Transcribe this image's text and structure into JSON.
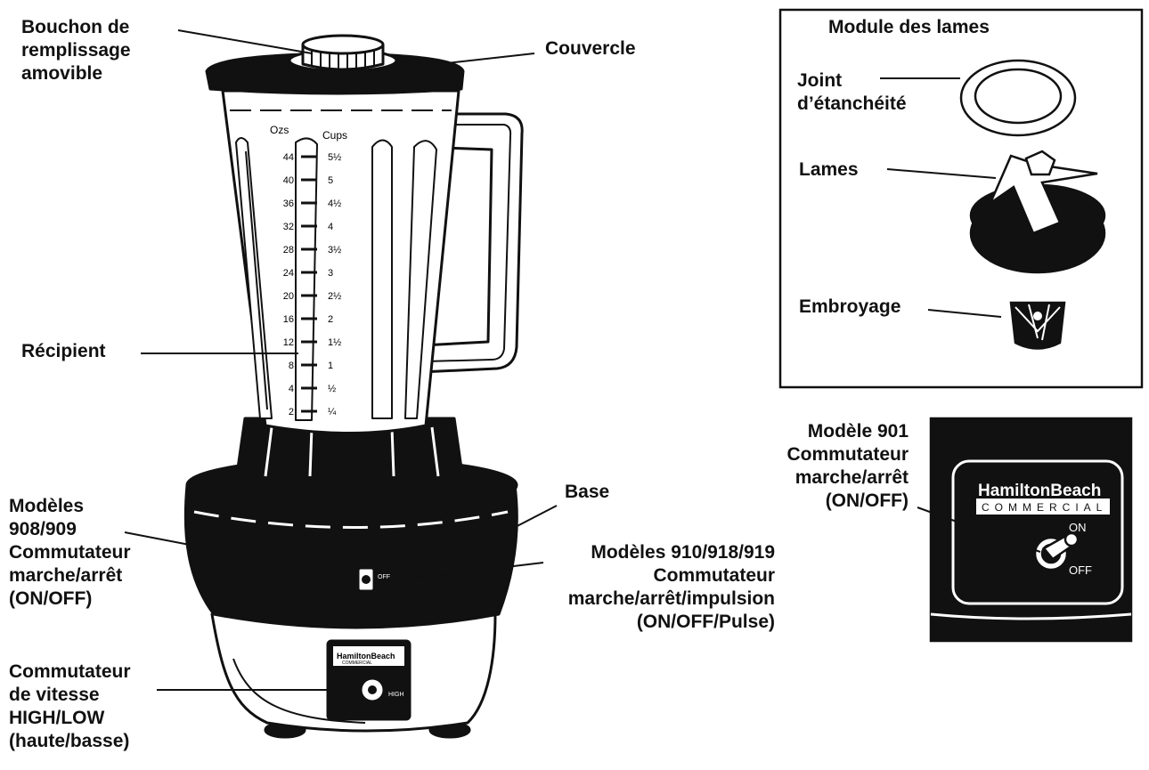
{
  "labels": {
    "bouchon": "Bouchon de\nremplissage\namovible",
    "couvercle": "Couvercle",
    "recipient": "Récipient",
    "base": "Base",
    "modeles_908": "Modèles\n908/909\nCommutateur\nmarche/arrêt\n(ON/OFF)",
    "modeles_910": "Modèles 910/918/919\nCommutateur\nmarche/arrêt/impulsion\n(ON/OFF/Pulse)",
    "vitesse": "Commutateur\nde vitesse\nHIGH/LOW\n(haute/basse)",
    "module_title": "Module des lames",
    "joint": "Joint\nd’étanchéité",
    "lames": "Lames",
    "embroyage": "Embroyage",
    "modele_901": "Modèle 901\nCommutateur\nmarche/arrêt\n(ON/OFF)"
  },
  "scale": {
    "left_header": "Ozs",
    "right_header": "Cups",
    "ozs": [
      "44",
      "40",
      "36",
      "32",
      "28",
      "24",
      "20",
      "16",
      "12",
      "8",
      "4",
      "2"
    ],
    "cups": [
      "5½",
      "5",
      "4½",
      "4",
      "3½",
      "3",
      "2½",
      "2",
      "1½",
      "1",
      "½",
      "¼"
    ]
  },
  "brand": {
    "name": "HamiltonBeach",
    "sub": "COMMERCIAL",
    "switch_on": "ON",
    "switch_off": "OFF",
    "small_off": "OFF",
    "small_high": "HIGH"
  },
  "colors": {
    "ink": "#111111",
    "paper": "#ffffff"
  }
}
